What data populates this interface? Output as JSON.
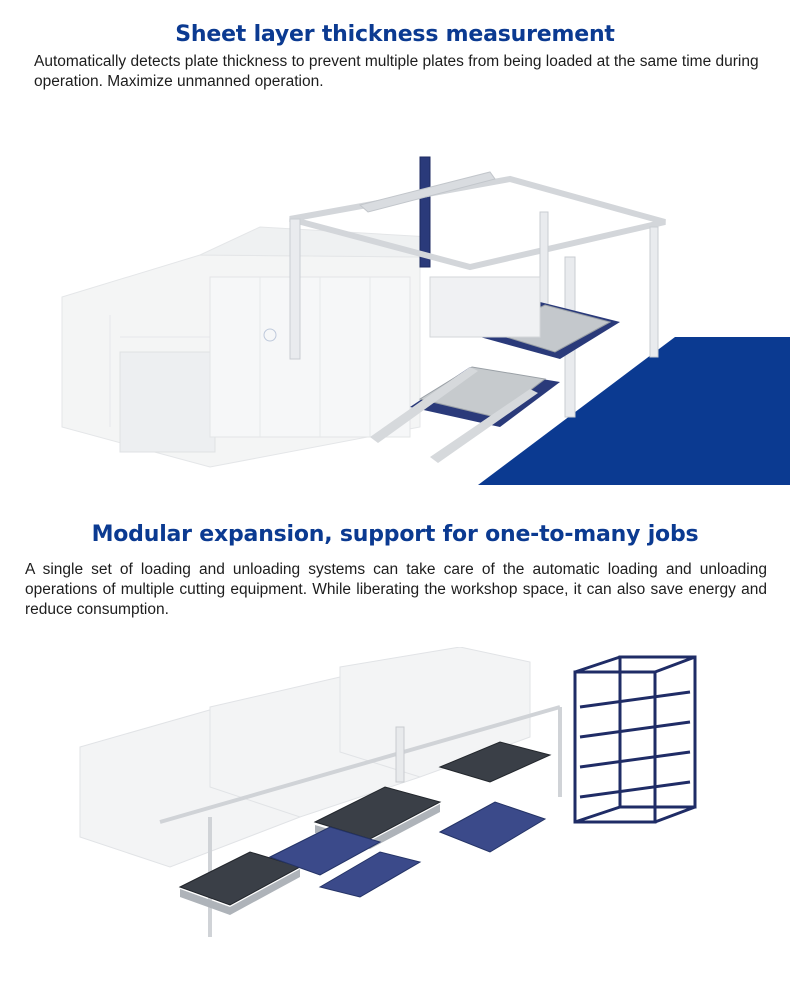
{
  "section1": {
    "title": "Sheet layer thickness measurement",
    "description": "Automatically detects plate thickness to prevent multiple plates from being loaded at the same time during operation. Maximize unmanned operation.",
    "illustration_icon": "loading-gantry-illustration",
    "accent_color": "#0b3a91"
  },
  "section2": {
    "title": "Modular expansion, support for one-to-many jobs",
    "description": "A single set of loading and unloading systems can take care of the automatic loading and unloading operations of multiple cutting equipment. While liberating the workshop space, it can also save energy and reduce consumption.",
    "illustration_icon": "multi-machine-line-illustration"
  },
  "colors": {
    "title": "#0b3a91",
    "machine_blue": "#2a3a7a",
    "frame_gray": "#e8eaec"
  }
}
